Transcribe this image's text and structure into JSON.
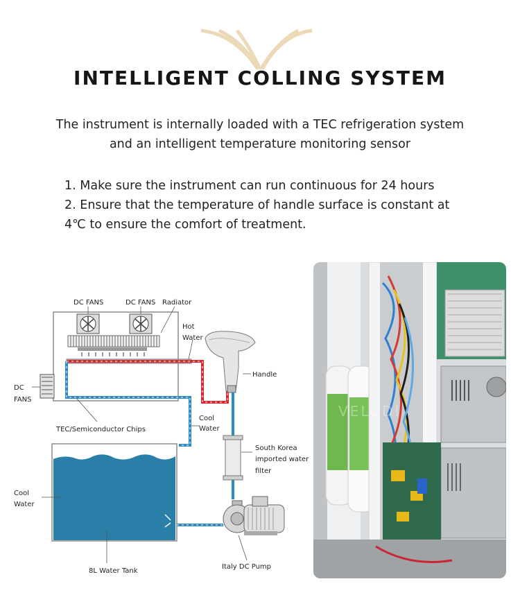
{
  "title": "INTELLIGENT COLLING SYSTEM",
  "intro": {
    "line1": "The instrument is internally loaded with a TEC refrigeration system",
    "line2": "and an intelligent temperature monitoring sensor"
  },
  "points": {
    "line1": "1. Make sure the instrument can run continuous for 24 hours",
    "line2": "2. Ensure that the temperature of handle surface is constant at",
    "line3": "4℃ to ensure the comfort of treatment."
  },
  "diagram": {
    "dc_fans_1": "DC FANS",
    "dc_fans_2": "DC FANS",
    "radiator": "Radiator",
    "hot_water": {
      "line1": "Hot",
      "line2": "Water"
    },
    "handle": "Handle",
    "dc_fans_side": {
      "line1": "DC",
      "line2": "FANS"
    },
    "tec_chips": "TEC/Semiconductor Chips",
    "cool_water_pipe": {
      "line1": "Cool",
      "line2": "Water"
    },
    "filter": {
      "line1": "South Korea",
      "line2": "imported water",
      "line3": "filter"
    },
    "cool_water_tank": {
      "line1": "Cool",
      "line2": "Water"
    },
    "tank": "8L Water Tank",
    "pump": "Italy DC Pump"
  },
  "colors": {
    "hot_pipe": "#d7282f",
    "cool_pipe": "#2e8bc0",
    "water": "#2a7fa8",
    "logo": "#ecd9b8"
  },
  "photo": {
    "watermark": "VELUDI"
  }
}
